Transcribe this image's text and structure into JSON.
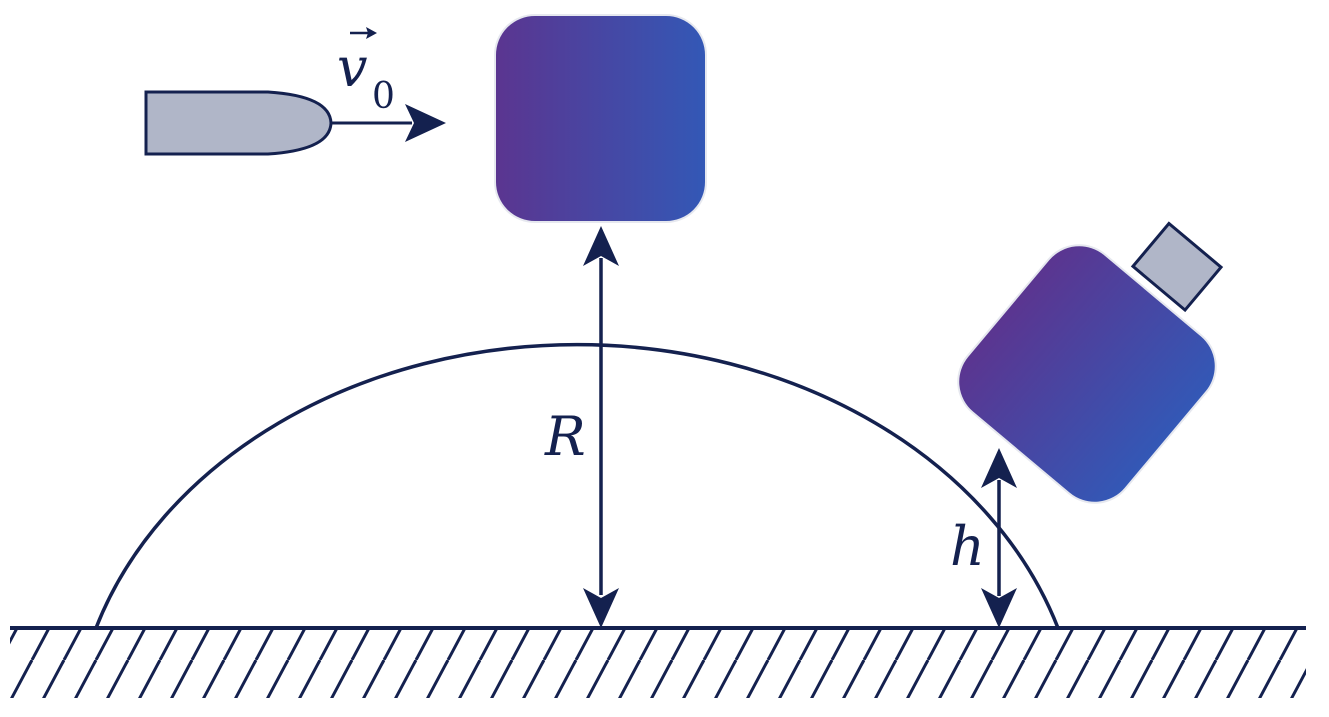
{
  "labels": {
    "velocity_symbol": "v",
    "velocity_subscript": "0",
    "radius_symbol": "R",
    "height_symbol": "h"
  },
  "colors": {
    "ink": "#14214f",
    "bullet_fill": "#b0b6c8",
    "block_gradient_start": "#5b3590",
    "block_gradient_end": "#3358b6",
    "background": "#ffffff"
  }
}
